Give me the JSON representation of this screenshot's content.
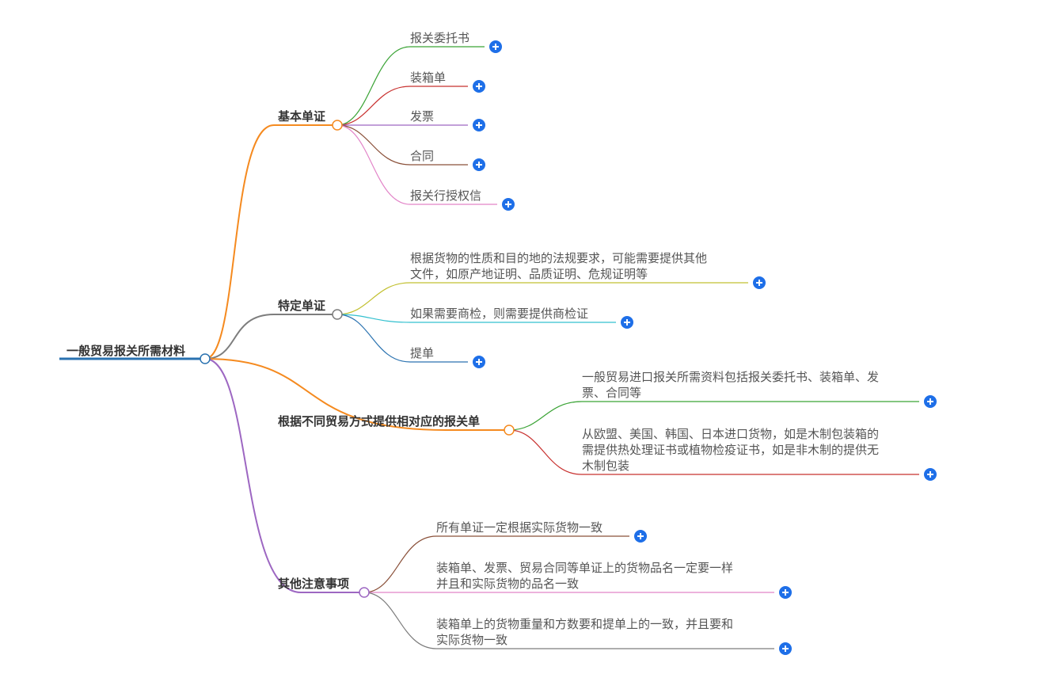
{
  "root": {
    "label": "一般贸易报关所需材料"
  },
  "branches": [
    {
      "label": "基本单证",
      "color": "#f58a1f",
      "children": [
        {
          "lines": [
            "报关委托书"
          ],
          "color": "#3aa335"
        },
        {
          "lines": [
            "装箱单"
          ],
          "color": "#c8302e"
        },
        {
          "lines": [
            "发票"
          ],
          "color": "#9d67c2"
        },
        {
          "lines": [
            "合同"
          ],
          "color": "#8a5039"
        },
        {
          "lines": [
            "报关行授权信"
          ],
          "color": "#e284c8"
        }
      ]
    },
    {
      "label": "特定单证",
      "color": "#7d7d7d",
      "children": [
        {
          "lines": [
            "根据货物的性质和目的地的法规要求，可能需要提供其他",
            "文件，如原产地证明、品质证明、危规证明等"
          ],
          "color": "#c2c030"
        },
        {
          "lines": [
            "如果需要商检，则需要提供商检证"
          ],
          "color": "#33c0cf"
        },
        {
          "lines": [
            "提单"
          ],
          "color": "#2a72b0"
        }
      ]
    },
    {
      "label": "根据不同贸易方式提供相对应的报关单",
      "color": "#f58a1f",
      "children": [
        {
          "lines": [
            "一般贸易进口报关所需资料包括报关委托书、装箱单、发",
            "票、合同等"
          ],
          "color": "#3aa335"
        },
        {
          "lines": [
            "从欧盟、美国、韩国、日本进口货物，如是木制包装箱的",
            "需提供热处理证书或植物检疫证书，如是非木制的提供无",
            "木制包装"
          ],
          "color": "#c8302e"
        }
      ]
    },
    {
      "label": "其他注意事项",
      "color": "#9d67c2",
      "children": [
        {
          "lines": [
            "所有单证一定根据实际货物一致"
          ],
          "color": "#8a5039"
        },
        {
          "lines": [
            "装箱单、发票、贸易合同等单证上的货物品名一定要一样",
            "并且和实际货物的品名一致"
          ],
          "color": "#e284c8"
        },
        {
          "lines": [
            "装箱单上的货物重量和方数要和提单上的一致，并且要和",
            "实际货物一致"
          ],
          "color": "#7d7d7d"
        }
      ]
    }
  ],
  "colors": {
    "root_line": "#2a72b0",
    "expand_button": "#1e6fe8"
  },
  "icons": {
    "expand": "plus-circle-icon"
  }
}
